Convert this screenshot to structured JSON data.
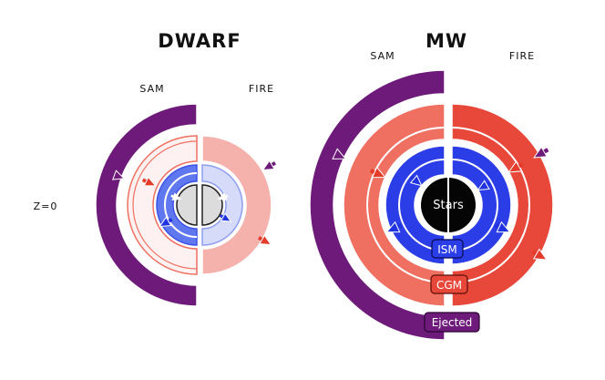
{
  "panels": {
    "dwarf": {
      "title": "DWARF",
      "left_label": "SAM",
      "right_label": "FIRE"
    },
    "mw": {
      "title": "MW",
      "left_label": "SAM",
      "right_label": "FIRE"
    }
  },
  "row_label": "Z=0",
  "components": {
    "stars": "Stars",
    "ism": "ISM",
    "cgm": "CGM",
    "ejected": "Ejected"
  },
  "colors": {
    "ejected": "#6e1a7a",
    "cgm_mw_sam": "#ef6f61",
    "cgm_mw_fire": "#e8483a",
    "cgm_dwarf_sam": "#fdf2f1",
    "cgm_dwarf_fire": "#f5b1ab",
    "ism_mw": "#2b3de6",
    "ism_dwarf_sam": "#5f78ef",
    "ism_dwarf_fire": "#d5dbf9",
    "stars_mw": "#050505",
    "stars_dwarf": "#dcdcdc",
    "arrow_purple": "#6e1a7a",
    "arrow_red": "#e33b2c",
    "arrow_blue": "#1f33e0"
  }
}
